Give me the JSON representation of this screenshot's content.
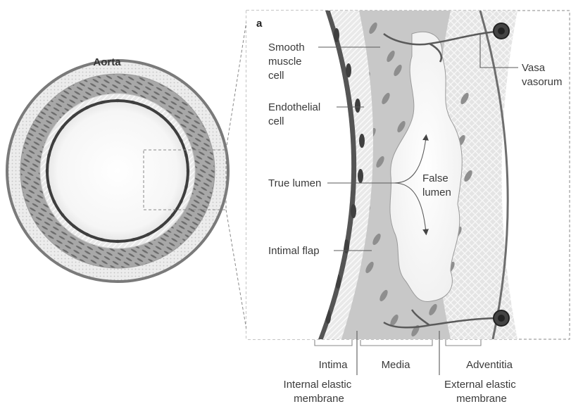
{
  "overview": {
    "title": "Aorta"
  },
  "detail": {
    "panel_letter": "a",
    "labels": {
      "smooth_muscle_cell": [
        "Smooth",
        "muscle",
        "cell"
      ],
      "endothelial_cell": [
        "Endothelial",
        "cell"
      ],
      "true_lumen": "True lumen",
      "false_lumen": [
        "False",
        "lumen"
      ],
      "intimal_flap": "Intimal flap",
      "vasa_vasorum": [
        "Vasa",
        "vasorum"
      ]
    },
    "layers": {
      "intima": "Intima",
      "media": "Media",
      "adventitia": "Adventitia",
      "internal_elastic_membrane": [
        "Internal elastic",
        "membrane"
      ],
      "external_elastic_membrane": [
        "External elastic",
        "membrane"
      ]
    }
  },
  "colors": {
    "wall_outline": "#6e6e6e",
    "intima_dark": "#5d5d5d",
    "media": "#c9c9c9",
    "adventitia": "#e6e6e6",
    "lumen": "#ffffff",
    "cell_nucleus": "#4a4a4a",
    "vessel": "#555555"
  }
}
